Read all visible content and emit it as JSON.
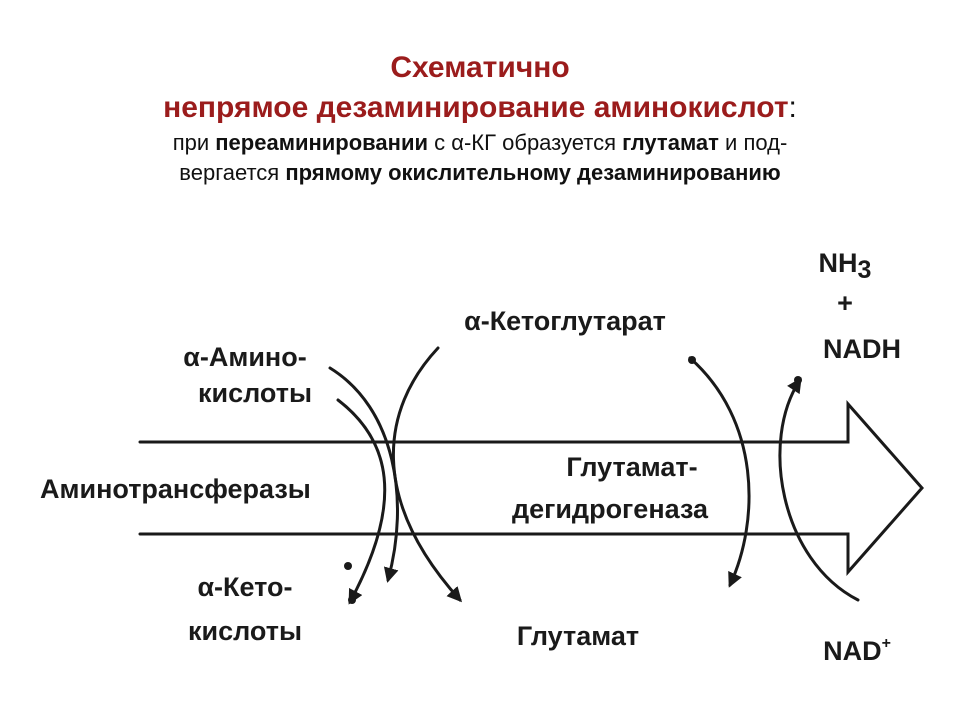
{
  "header": {
    "line1": "Схематично",
    "line2": "непрямое дезаминирование аминокислот",
    "line2_colon": ":",
    "desc1": {
      "t1": "при ",
      "b1": "переаминировании",
      "t2": " с α-КГ образуется ",
      "b2": "глутамат",
      "t3": " и под-"
    },
    "desc2": {
      "t1": "вергается ",
      "b1": "прямому окислительному дезаминированию"
    }
  },
  "diagram": {
    "amino_acids_1": "α-Амино-",
    "amino_acids_2": "кислоты",
    "aminotransferases": "Аминотрансферазы",
    "keto_acids_1": "α-Кето-",
    "keto_acids_2": "кислоты",
    "ketoglutarate": "α-Кетоглутарат",
    "gdh_1": "Глутамат-",
    "gdh_2": "дегидрогеназа",
    "glutamate": "Глутамат",
    "nh3": "NH",
    "nh3_sub": "3",
    "plus": "+",
    "nadh": "NADH",
    "nad": "NAD"
  },
  "colors": {
    "title": "#9b1c1c",
    "ink": "#1a1a1a"
  }
}
